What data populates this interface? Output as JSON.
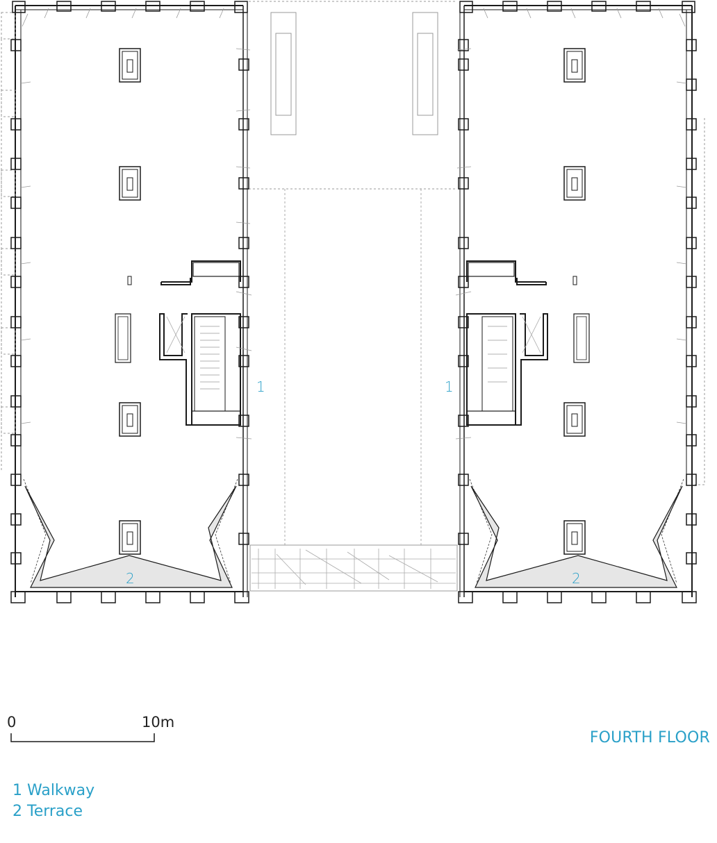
{
  "title": "FOURTH FLOOR",
  "scale_bar": {
    "start_label": "0",
    "end_label": "10m"
  },
  "room_labels": {
    "walkway": "1",
    "terrace": "2"
  },
  "legend": [
    {
      "number": "1",
      "name": "Walkway",
      "text": "1 Walkway"
    },
    {
      "number": "2",
      "name": "Terrace",
      "text": "2 Terrace"
    }
  ],
  "colors": {
    "line": "#1a1a1a",
    "thin_line": "#8a8a8a",
    "annotation": "#2aa0c8",
    "terrace_fill": "#e6e6e6"
  }
}
